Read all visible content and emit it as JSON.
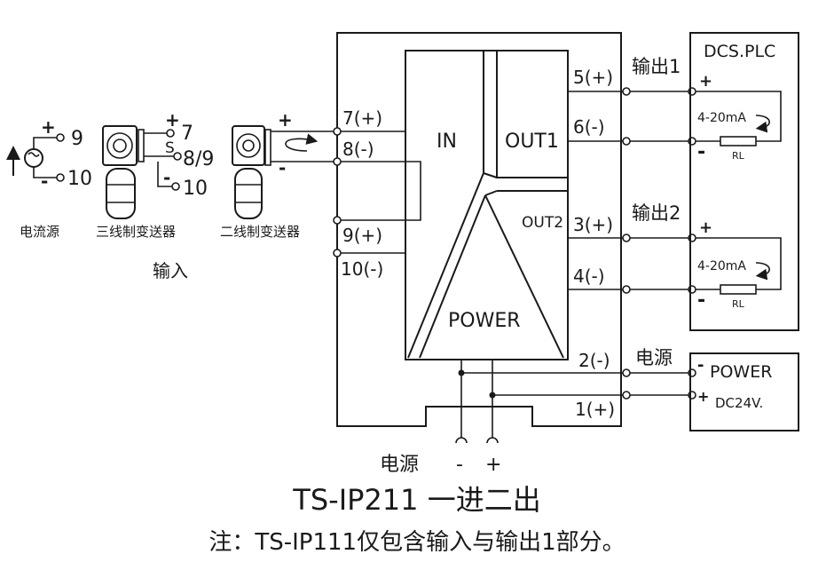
{
  "title": "TS-IP211 一进二出",
  "note": "注：TS-IP111仅包含输入与输出1部分。",
  "inputs": {
    "section_label": "输入",
    "current_source": {
      "label": "电流源",
      "plus": "+",
      "minus": "-",
      "t_plus": "9",
      "t_minus": "10"
    },
    "three_wire": {
      "label": "三线制变送器",
      "plus": "+",
      "t_plus": "7",
      "signal": "S",
      "t_signal": "8/9",
      "minus": "-",
      "t_minus": "10"
    },
    "two_wire": {
      "label": "二线制变送器",
      "plus": "+",
      "minus": "-"
    }
  },
  "module": {
    "in": "IN",
    "out1": "OUT1",
    "out2": "OUT2",
    "power": "POWER",
    "input_terminals": [
      "7(+)",
      "8(-)",
      "9(+)",
      "10(-)"
    ],
    "output_terminals": [
      "5(+)",
      "6(-)",
      "3(+)",
      "4(-)",
      "2(-)",
      "1(+)"
    ]
  },
  "outputs": {
    "out1": "输出1",
    "out2": "输出2",
    "power": "电源"
  },
  "dcs": {
    "title": "DCS.PLC",
    "ch1": {
      "plus": "+",
      "current": "4-20mA",
      "rl": "RL",
      "minus": "-"
    },
    "ch2": {
      "plus": "+",
      "current": "4-20mA",
      "rl": "RL",
      "minus": "-"
    }
  },
  "power_box": {
    "label": "POWER",
    "voltage": "DC24V.",
    "minus": "-",
    "plus": "+"
  },
  "bottom_power": {
    "label": "电源",
    "minus": "-",
    "plus": "+"
  }
}
